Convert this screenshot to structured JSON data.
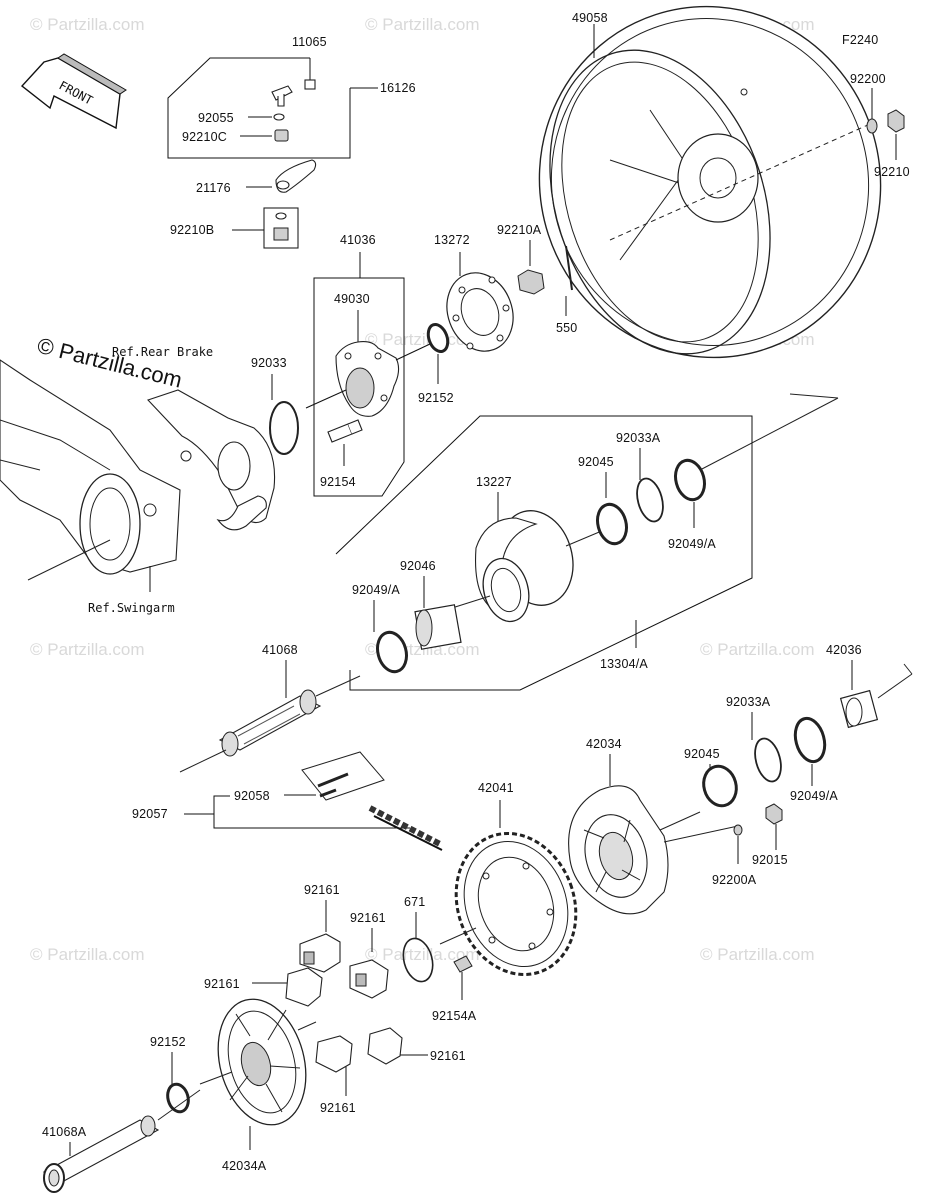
{
  "diagram": {
    "code": "F2240",
    "front_label": "FRONT",
    "watermark": "© Partzilla.com",
    "references": {
      "rear_brake": "Ref.Rear Brake",
      "swingarm": "Ref.Swingarm"
    },
    "part_labels": {
      "p11065": "11065",
      "p16126": "16126",
      "p92055": "92055",
      "p92210C": "92210C",
      "p21176": "21176",
      "p92210B": "92210B",
      "p49058": "49058",
      "p92200": "92200",
      "p92210": "92210",
      "p41036": "41036",
      "p13272": "13272",
      "p92210A": "92210A",
      "p49030": "49030",
      "p92033": "92033",
      "p92152": "92152",
      "p550": "550",
      "p92154": "92154",
      "p92033A": "92033A",
      "p92045": "92045",
      "p13227": "13227",
      "p92046": "92046",
      "p92049A": "92049/A",
      "p92049A_2": "92049/A",
      "p13304A": "13304/A",
      "p41068": "41068",
      "p42036": "42036",
      "p92033A_2": "92033A",
      "p42034": "42034",
      "p92045_2": "92045",
      "p92049A_3": "92049/A",
      "p92058": "92058",
      "p92057": "92057",
      "p42041": "42041",
      "p92015": "92015",
      "p92200A": "92200A",
      "p92161_a": "92161",
      "p92161_b": "92161",
      "p92161_c": "92161",
      "p92161_d": "92161",
      "p92161_e": "92161",
      "p671": "671",
      "p92154A": "92154A",
      "p92152_2": "92152",
      "p41068A": "41068A",
      "p42034A": "42034A"
    }
  }
}
